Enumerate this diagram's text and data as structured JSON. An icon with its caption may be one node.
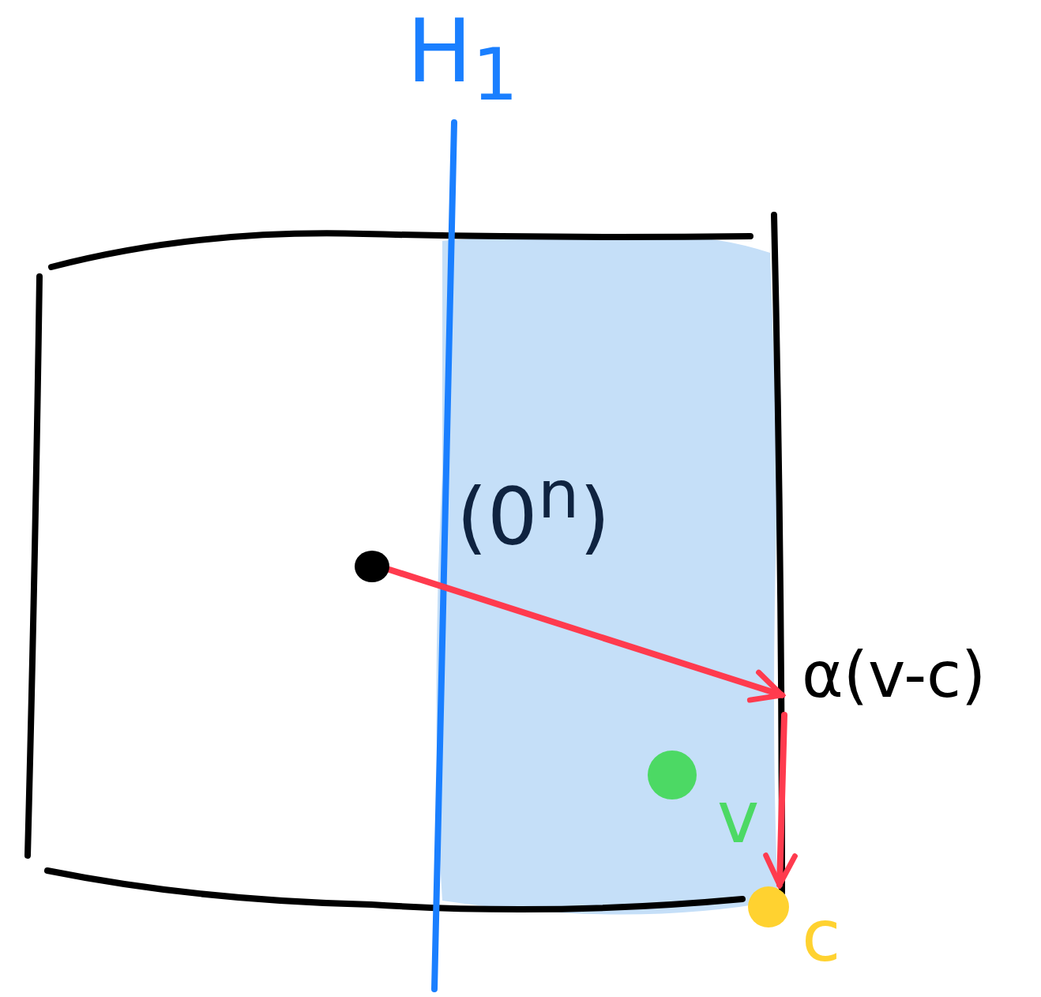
{
  "diagram": {
    "nodes": [
      {
        "text": [],
        "shape": "circle"
      },
      {
        "text": [
          "α(v-c)"
        ]
      },
      {
        "text": [
          "c"
        ]
      },
      {
        "text": [
          "v"
        ]
      }
    ],
    "edges": [
      {
        "from": 0,
        "to": 1,
        "arrow": "to"
      },
      {
        "from": 1,
        "to": 2,
        "arrow": "to"
      }
    ],
    "labels": [
      "H$_{1}$",
      "(0$^{n}$)"
    ]
  }
}
